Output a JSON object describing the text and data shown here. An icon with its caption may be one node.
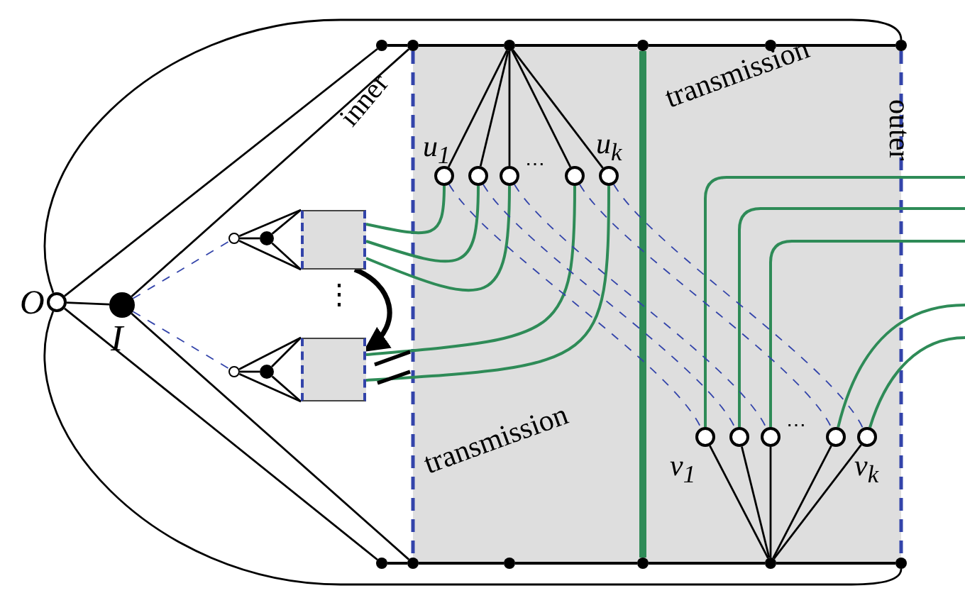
{
  "diagram": {
    "nodes": [
      {
        "text": [],
        "shape": "circle",
        "beside": [
          "O"
        ]
      },
      {
        "text": [],
        "shape": "circle",
        "beside": [
          "I"
        ]
      },
      {
        "text": [
          "transmission"
        ]
      },
      {
        "text": [
          "transmission"
        ]
      },
      {
        "text": [],
        "shape": "circle",
        "beside": [
          "u$_{1}$"
        ],
        "in": 2
      },
      {
        "text": [],
        "shape": "circle",
        "in": 2
      },
      {
        "text": [],
        "shape": "circle",
        "in": 2
      },
      {
        "text": [],
        "shape": "circle",
        "in": 2
      },
      {
        "text": [],
        "shape": "circle",
        "beside": [
          "u$_{k}$"
        ],
        "in": 2
      },
      {
        "text": [],
        "shape": "circle",
        "beside": [
          "v$_{1}$"
        ],
        "in": 3
      },
      {
        "text": [],
        "shape": "circle",
        "in": 3
      },
      {
        "text": [],
        "shape": "circle",
        "in": 3
      },
      {
        "text": [],
        "shape": "circle",
        "in": 3
      },
      {
        "text": [],
        "shape": "circle",
        "beside": [
          "v$_{k}$"
        ],
        "in": 3
      },
      {
        "text": [],
        "shape": "circle"
      },
      {
        "text": [],
        "shape": "circle"
      },
      {
        "text": [],
        "shape": "circle"
      },
      {
        "text": [],
        "shape": "circle"
      },
      {
        "text": [],
        "shape": "circle"
      },
      {
        "text": [],
        "shape": "circle"
      },
      {
        "text": [],
        "shape": "circle"
      },
      {
        "text": [],
        "shape": "circle"
      },
      {
        "text": [],
        "shape": "circle"
      },
      {
        "text": [],
        "shape": "circle"
      },
      {
        "text": [],
        "shape": "circle"
      },
      {
        "text": [],
        "shape": "circle"
      },
      {
        "text": [],
        "shape": "circle"
      },
      {
        "text": [],
        "shape": "circle"
      },
      {
        "text": [],
        "shape": "box"
      },
      {
        "text": [],
        "shape": "circle"
      },
      {
        "text": [],
        "shape": "circle"
      },
      {
        "text": [],
        "shape": "box"
      }
    ],
    "edges": [
      {
        "from": 0,
        "to": 14,
        "arrow": "none"
      },
      {
        "from": 1,
        "to": 15,
        "arrow": "none"
      },
      {
        "from": 0,
        "to": 19,
        "arrow": "none"
      },
      {
        "from": 0,
        "to": 20,
        "arrow": "none"
      },
      {
        "from": 1,
        "to": 21,
        "arrow": "none"
      },
      {
        "from": 0,
        "to": 25,
        "arrow": "none"
      },
      {
        "from": 0,
        "to": 1,
        "arrow": "none"
      },
      {
        "from": 14,
        "to": 15,
        "arrow": "none"
      },
      {
        "from": 15,
        "to": 16,
        "arrow": "none"
      },
      {
        "from": 16,
        "to": 17,
        "arrow": "none"
      },
      {
        "from": 17,
        "to": 18,
        "arrow": "none"
      },
      {
        "from": 18,
        "to": 19,
        "arrow": "none"
      },
      {
        "from": 20,
        "to": 21,
        "arrow": "none"
      },
      {
        "from": 21,
        "to": 22,
        "arrow": "none"
      },
      {
        "from": 22,
        "to": 23,
        "arrow": "none"
      },
      {
        "from": 23,
        "to": 24,
        "arrow": "none"
      },
      {
        "from": 24,
        "to": 25,
        "arrow": "none"
      },
      {
        "from": 15,
        "to": 21,
        "arrow": "none",
        "style": "dashed",
        "color": "#3344aa"
      },
      {
        "from": 17,
        "to": 23,
        "arrow": "none",
        "style": "thick",
        "color": "#2e8b57"
      },
      {
        "from": 19,
        "to": 25,
        "arrow": "none",
        "style": "dashed",
        "color": "#3344aa"
      },
      {
        "from": 16,
        "to": 4,
        "arrow": "none"
      },
      {
        "from": 16,
        "to": 5,
        "arrow": "none"
      },
      {
        "from": 16,
        "to": 6,
        "arrow": "none"
      },
      {
        "from": 16,
        "to": 7,
        "arrow": "none"
      },
      {
        "from": 16,
        "to": 8,
        "arrow": "none"
      },
      {
        "from": 24,
        "to": 9,
        "arrow": "none"
      },
      {
        "from": 24,
        "to": 10,
        "arrow": "none"
      },
      {
        "from": 24,
        "to": 11,
        "arrow": "none"
      },
      {
        "from": 24,
        "to": 12,
        "arrow": "none"
      },
      {
        "from": 24,
        "to": 13,
        "arrow": "none"
      },
      {
        "from": 26,
        "to": 27,
        "arrow": "none"
      },
      {
        "from": 26,
        "to": 28,
        "arrow": "none"
      },
      {
        "from": 26,
        "to": 28,
        "arrow": "none"
      },
      {
        "from": 27,
        "to": 28,
        "arrow": "none"
      },
      {
        "from": 27,
        "to": 28,
        "arrow": "none"
      },
      {
        "from": 29,
        "to": 30,
        "arrow": "none"
      },
      {
        "from": 29,
        "to": 31,
        "arrow": "none"
      },
      {
        "from": 29,
        "to": 31,
        "arrow": "none"
      },
      {
        "from": 30,
        "to": 31,
        "arrow": "none"
      },
      {
        "from": 30,
        "to": 31,
        "arrow": "none"
      },
      {
        "from": 1,
        "to": 26,
        "arrow": "none",
        "style": "dashed",
        "color": "#3344aa"
      },
      {
        "from": 1,
        "to": 29,
        "arrow": "none",
        "style": "dashed",
        "color": "#3344aa"
      },
      {
        "from": 28,
        "to": 31,
        "arrow": "to",
        "style": "thick"
      },
      {
        "from": 28,
        "to": 4,
        "arrow": "none",
        "color": "#2e8b57"
      },
      {
        "from": 28,
        "to": 5,
        "arrow": "none",
        "color": "#2e8b57"
      },
      {
        "from": 28,
        "to": 6,
        "arrow": "none",
        "color": "#2e8b57"
      },
      {
        "from": 31,
        "to": 7,
        "arrow": "none",
        "color": "#2e8b57"
      },
      {
        "from": 31,
        "to": 8,
        "arrow": "none",
        "color": "#2e8b57"
      },
      {
        "from": 9,
        "to": null,
        "arrow": "none",
        "color": "#2e8b57"
      },
      {
        "from": 10,
        "to": null,
        "arrow": "none",
        "color": "#2e8b57"
      },
      {
        "from": 11,
        "to": null,
        "arrow": "none",
        "color": "#2e8b57"
      },
      {
        "from": 12,
        "to": null,
        "arrow": "none",
        "color": "#2e8b57"
      },
      {
        "from": 13,
        "to": null,
        "arrow": "none",
        "color": "#2e8b57"
      },
      {
        "from": 4,
        "to": 9,
        "arrow": "none",
        "style": "dashed",
        "color": "#3344aa"
      },
      {
        "from": 5,
        "to": 10,
        "arrow": "none",
        "style": "dashed",
        "color": "#3344aa"
      },
      {
        "from": 6,
        "to": 11,
        "arrow": "none",
        "style": "dashed",
        "color": "#3344aa"
      },
      {
        "from": 7,
        "to": 12,
        "arrow": "none",
        "style": "dashed",
        "color": "#3344aa"
      },
      {
        "from": 8,
        "to": 13,
        "arrow": "none",
        "style": "dashed",
        "color": "#3344aa"
      }
    ],
    "labels": [
      "inner",
      "outer",
      "⋮",
      "⋯",
      "⋯"
    ]
  }
}
